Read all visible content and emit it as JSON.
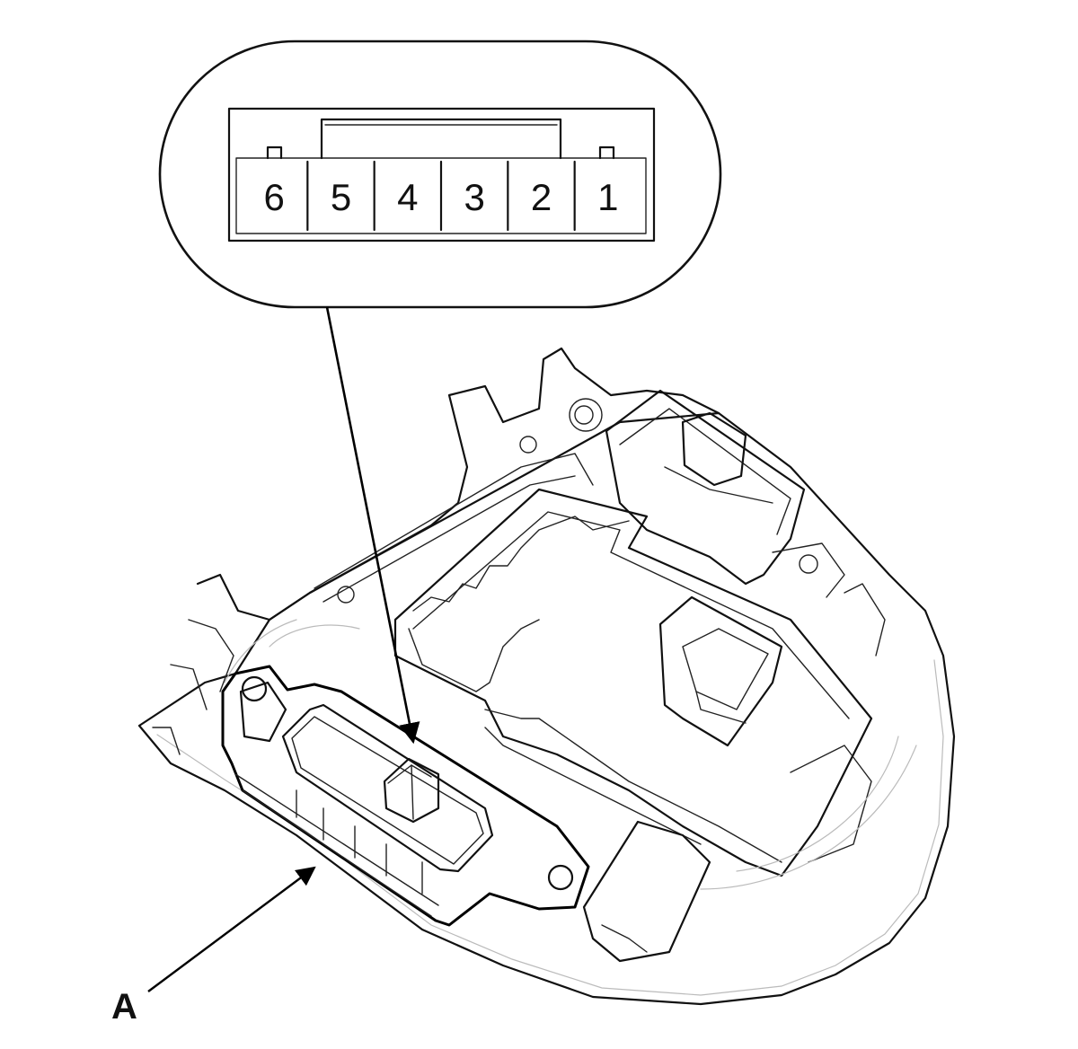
{
  "connector": {
    "pins": [
      "6",
      "5",
      "4",
      "3",
      "2",
      "1"
    ]
  },
  "callout": {
    "label": "A"
  }
}
